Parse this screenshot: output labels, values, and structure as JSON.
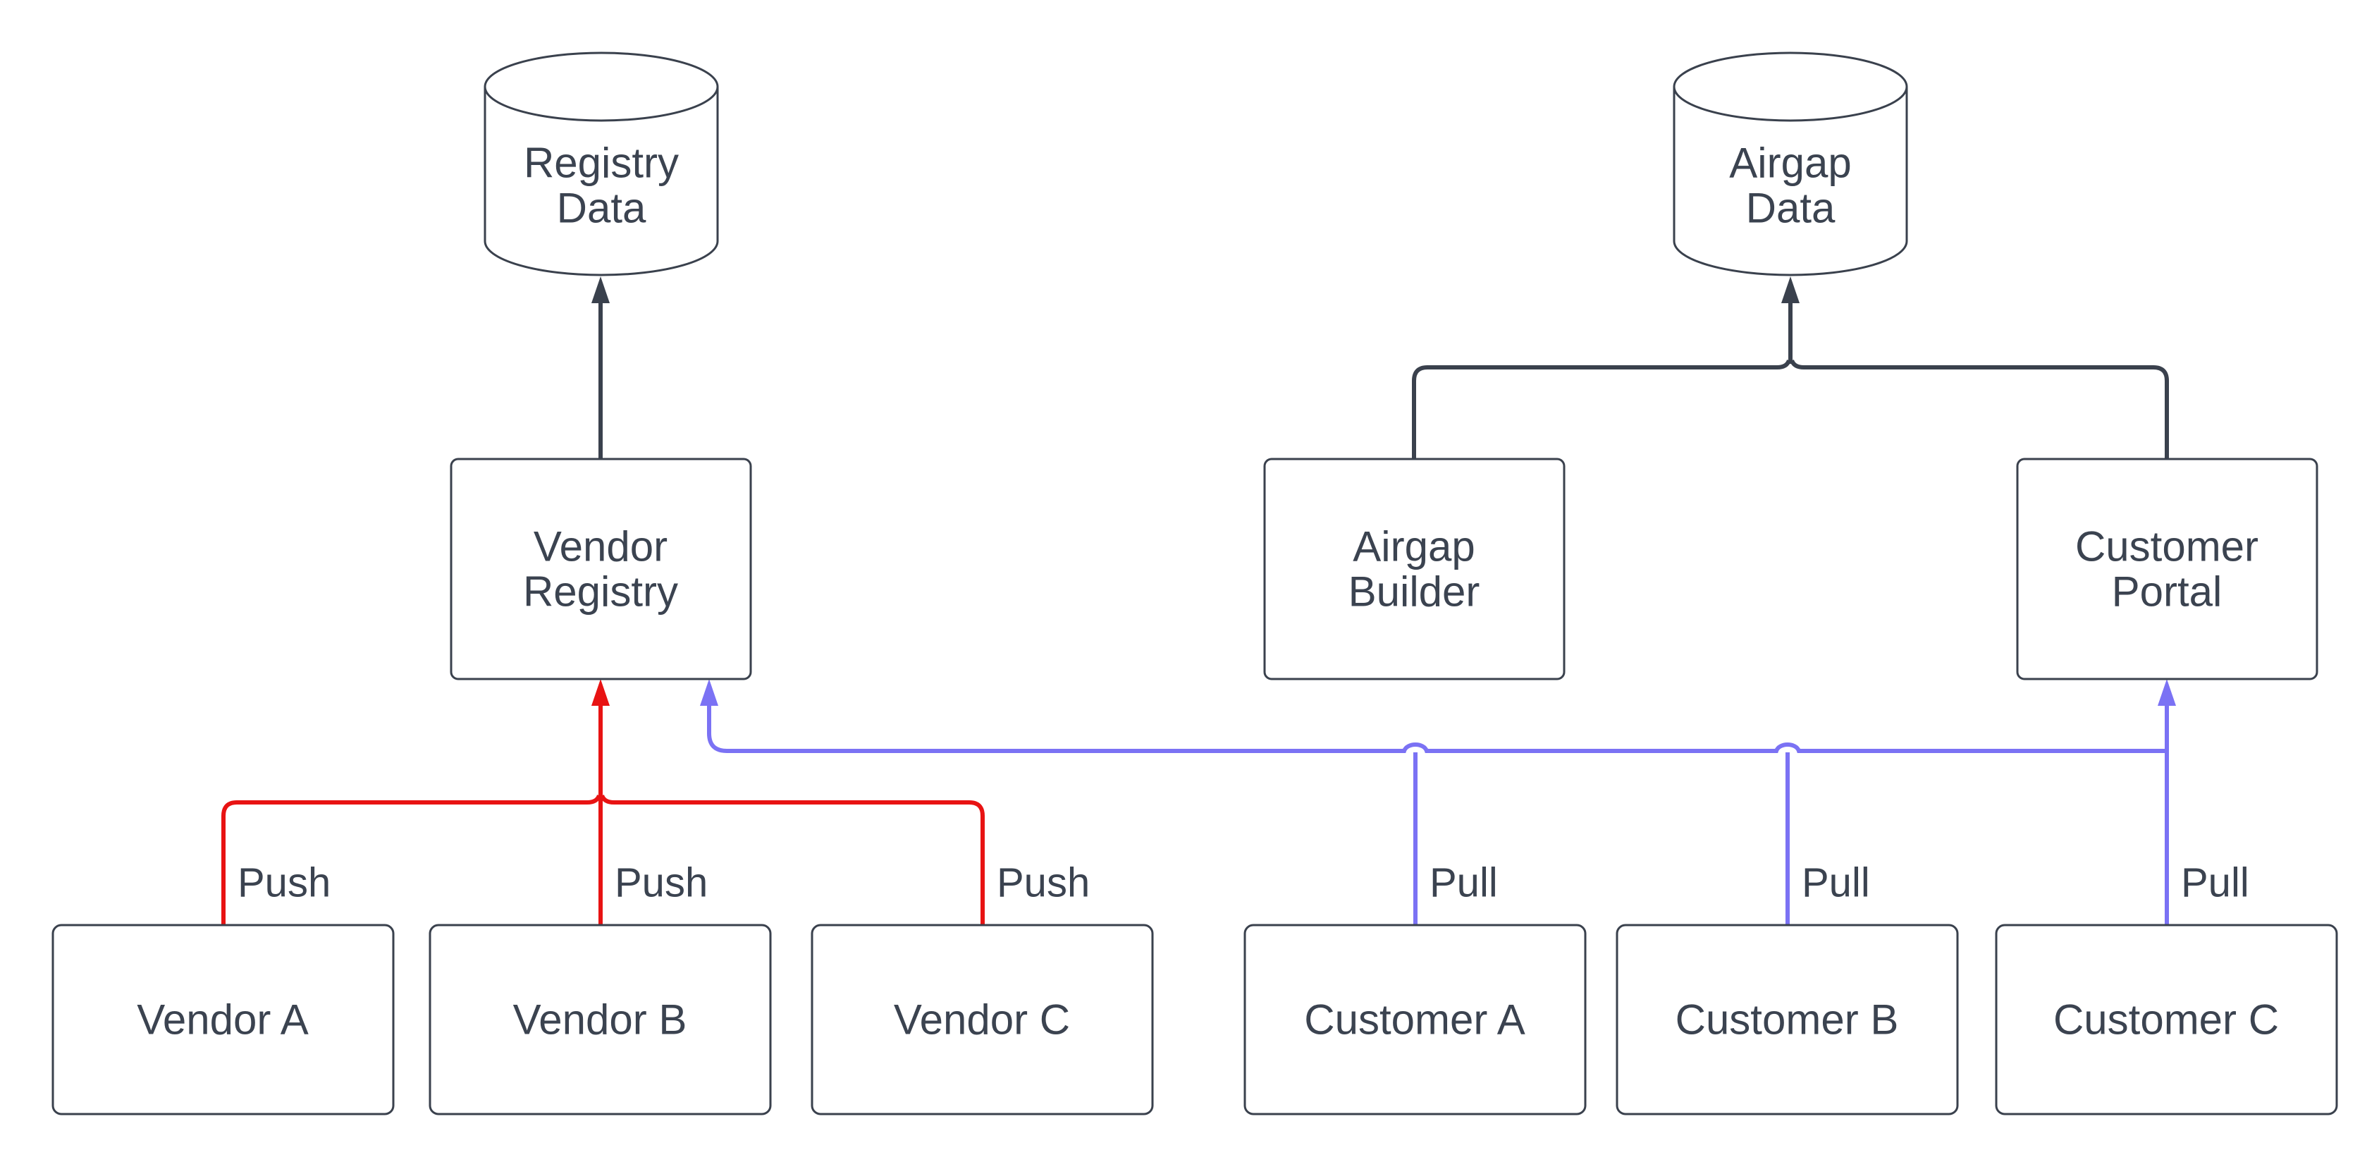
{
  "canvas": {
    "background": "#ffffff"
  },
  "colors": {
    "outline": "#3a414d",
    "text": "#3b4350",
    "push": "#e81313",
    "pull": "#7b72f4",
    "shape_fill": "#ffffff"
  },
  "nodes": {
    "registry_data": {
      "shape": "cylinder",
      "lines": [
        "Registry",
        "Data"
      ]
    },
    "airgap_data": {
      "shape": "cylinder",
      "lines": [
        "Airgap",
        "Data"
      ]
    },
    "vendor_registry": {
      "shape": "rounded-rect",
      "lines": [
        "Vendor",
        "Registry"
      ]
    },
    "airgap_builder": {
      "shape": "rounded-rect",
      "lines": [
        "Airgap",
        "Builder"
      ]
    },
    "customer_portal": {
      "shape": "rounded-rect",
      "lines": [
        "Customer",
        "Portal"
      ]
    },
    "vendor_a": {
      "shape": "rounded-rect",
      "lines": [
        "Vendor A"
      ]
    },
    "vendor_b": {
      "shape": "rounded-rect",
      "lines": [
        "Vendor B"
      ]
    },
    "vendor_c": {
      "shape": "rounded-rect",
      "lines": [
        "Vendor C"
      ]
    },
    "customer_a": {
      "shape": "rounded-rect",
      "lines": [
        "Customer A"
      ]
    },
    "customer_b": {
      "shape": "rounded-rect",
      "lines": [
        "Customer B"
      ]
    },
    "customer_c": {
      "shape": "rounded-rect",
      "lines": [
        "Customer C"
      ]
    }
  },
  "edges": {
    "push_a": {
      "label": "Push"
    },
    "push_b": {
      "label": "Push"
    },
    "push_c": {
      "label": "Push"
    },
    "pull_a": {
      "label": "Pull"
    },
    "pull_b": {
      "label": "Pull"
    },
    "pull_c": {
      "label": "Pull"
    }
  }
}
